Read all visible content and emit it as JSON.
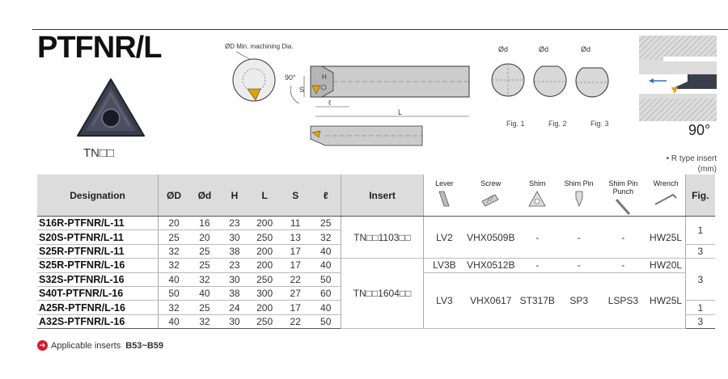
{
  "title": "PTFNR/L",
  "insert_code": "TN□□",
  "drawing": {
    "min_dia_label": "ØD Min. machining Dia.",
    "angle_90": "90°",
    "s_label": "S",
    "h_label": "H",
    "l_small": "ℓ",
    "l_large": "L",
    "fig_d1": "Ød",
    "fig_d2": "Ød",
    "fig_d3": "Ød",
    "fig1": "Fig. 1",
    "fig2": "Fig. 2",
    "fig3": "Fig. 3"
  },
  "approach_angle": "90°",
  "note_rtype": "• R type insert",
  "note_unit": "(mm)",
  "headers": {
    "designation": "Designation",
    "D": "ØD",
    "d": "Ød",
    "H": "H",
    "L": "L",
    "S": "S",
    "l": "ℓ",
    "insert": "Insert",
    "lever": "Lever",
    "screw": "Screw",
    "shim": "Shim",
    "shim_pin": "Shim Pin",
    "shim_pin_punch": "Shim Pin Punch",
    "wrench": "Wrench",
    "fig": "Fig."
  },
  "rows": [
    {
      "designation": "S16R-PTFNR/L-11",
      "D": "20",
      "d": "16",
      "H": "23",
      "L": "200",
      "S": "11",
      "l": "25"
    },
    {
      "designation": "S20S-PTFNR/L-11",
      "D": "25",
      "d": "20",
      "H": "30",
      "L": "250",
      "S": "13",
      "l": "32"
    },
    {
      "designation": "S25R-PTFNR/L-11",
      "D": "32",
      "d": "25",
      "H": "38",
      "L": "200",
      "S": "17",
      "l": "40"
    },
    {
      "designation": "S25R-PTFNR/L-16",
      "D": "32",
      "d": "25",
      "H": "23",
      "L": "200",
      "S": "17",
      "l": "40"
    },
    {
      "designation": "S32S-PTFNR/L-16",
      "D": "40",
      "d": "32",
      "H": "30",
      "L": "250",
      "S": "22",
      "l": "50"
    },
    {
      "designation": "S40T-PTFNR/L-16",
      "D": "50",
      "d": "40",
      "H": "38",
      "L": "300",
      "S": "27",
      "l": "60"
    },
    {
      "designation": "A25R-PTFNR/L-16",
      "D": "32",
      "d": "25",
      "H": "24",
      "L": "200",
      "S": "17",
      "l": "40"
    },
    {
      "designation": "A32S-PTFNR/L-16",
      "D": "40",
      "d": "32",
      "H": "30",
      "L": "250",
      "S": "22",
      "l": "50"
    }
  ],
  "group11": {
    "insert": "TN□□1103□□",
    "lever": "LV2",
    "screw": "VHX0509B",
    "shim": "-",
    "shim_pin": "-",
    "shim_pin_punch": "-",
    "wrench": "HW25L",
    "fig_a": "1",
    "fig_b": "3"
  },
  "group16": {
    "insert": "TN□□1604□□",
    "a": {
      "lever": "LV3B",
      "screw": "VHX0512B",
      "shim": "-",
      "shim_pin": "-",
      "shim_pin_punch": "-",
      "wrench": "HW20L"
    },
    "b": {
      "lever": "LV3",
      "screw": "VHX0617",
      "shim": "ST317B",
      "shim_pin": "SP3",
      "shim_pin_punch": "LSPS3",
      "wrench": "HW25L"
    },
    "fig_a": "3",
    "fig_b": "1",
    "fig_c": "3"
  },
  "footer": {
    "label": "Applicable inserts",
    "ref": "B53~B59"
  },
  "colors": {
    "header_bg": "#dcdcdc",
    "accent_red": "#d0202e",
    "insert_dark": "#3a3d4a",
    "holder_gray": "#c8c8c8"
  }
}
